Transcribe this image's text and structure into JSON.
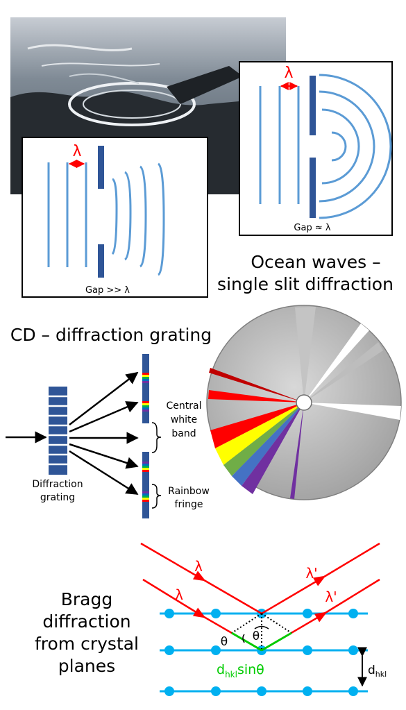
{
  "panel_ocean": {
    "inset_wide": {
      "lambda": "λ",
      "caption": "Gap >> λ"
    },
    "inset_narrow": {
      "lambda": "λ",
      "caption": "Gap ≈ λ"
    },
    "title_line1": "Ocean waves –",
    "title_line2": "single slit diffraction"
  },
  "panel_cd": {
    "title": "CD – diffraction grating",
    "grating_label_line1": "Diffraction",
    "grating_label_line2": "grating",
    "central_label_line1": "Central",
    "central_label_line2": "white",
    "central_label_line3": "band",
    "rainbow_label_line1": "Rainbow",
    "rainbow_label_line2": "fringe"
  },
  "panel_bragg": {
    "title_line1": "Bragg",
    "title_line2": "diffraction",
    "title_line3": "from crystal",
    "title_line4": "planes",
    "lambda_in_1": "λ",
    "lambda_in_2": "λ",
    "lambda_out_1": "λ'",
    "lambda_out_2": "λ'",
    "theta_1": "θ",
    "theta_2": "θ",
    "path_label_d": "d",
    "path_label_sub": "hkl",
    "path_label_tail": "sinθ",
    "spacing_label_d": "d",
    "spacing_label_sub": "hkl"
  },
  "colors": {
    "wave_blue": "#5b9bd5",
    "barrier_navy": "#2f5597",
    "ray_red": "#ff0000",
    "lattice_cyan": "#00b0f0",
    "path_green": "#00cc00"
  }
}
